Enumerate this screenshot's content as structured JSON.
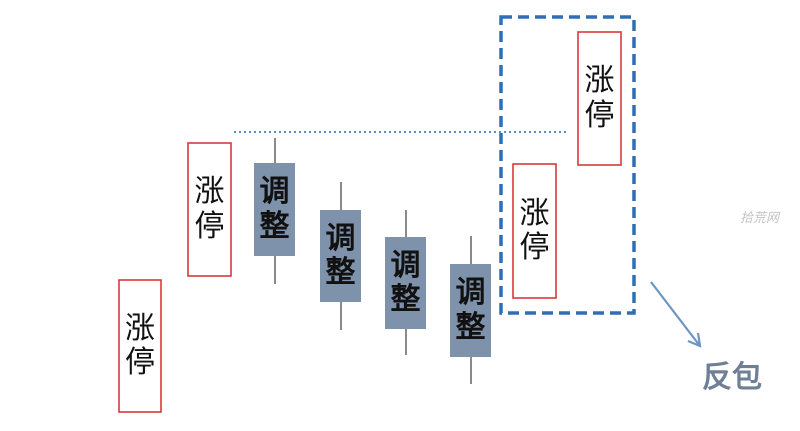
{
  "candles": [
    {
      "kind": "limit-up",
      "chars": [
        "涨",
        "停"
      ]
    },
    {
      "kind": "limit-up",
      "chars": [
        "涨",
        "停"
      ]
    },
    {
      "kind": "adjust",
      "chars": [
        "调",
        "整"
      ]
    },
    {
      "kind": "adjust",
      "chars": [
        "调",
        "整"
      ]
    },
    {
      "kind": "adjust",
      "chars": [
        "调",
        "整"
      ]
    },
    {
      "kind": "adjust",
      "chars": [
        "调",
        "整"
      ]
    },
    {
      "kind": "limit-up",
      "chars": [
        "涨",
        "停"
      ]
    },
    {
      "kind": "limit-up",
      "chars": [
        "涨",
        "停"
      ]
    }
  ],
  "callout": "反包",
  "watermark": "拾荒网",
  "colors": {
    "limit_border": "#d93a3a",
    "adjust_fill": "#7f92ab",
    "wick": "#8a8a8a",
    "reference_line": "#5b8fc7",
    "highlight_box": "#2f6eb5",
    "arrow": "#6d95c4",
    "callout_text": "#6f7f96"
  }
}
